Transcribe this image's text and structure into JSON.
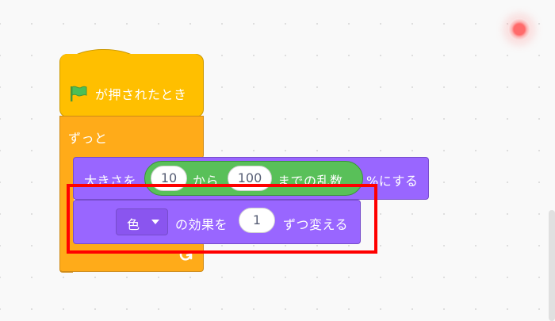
{
  "workspace": {
    "stage_indicator": "red-dot",
    "accent_colors": {
      "events": "#ffbf00",
      "control": "#ffab19",
      "looks": "#9966ff",
      "operators": "#59c059",
      "highlight": "#ff0000"
    }
  },
  "event_block": {
    "icon": "green-flag-icon",
    "label": "が押されたとき"
  },
  "forever_block": {
    "label": "ずっと",
    "icon": "loop-arrow-icon"
  },
  "size_block": {
    "label_before": "大きさを",
    "label_after": "%にする",
    "random": {
      "from_value": "10",
      "label_mid": "から",
      "to_value": "100",
      "label_after": "までの乱数"
    }
  },
  "effect_block": {
    "effect_selected": "色",
    "label_mid": "の効果を",
    "value": "1",
    "label_after": "ずつ変える"
  }
}
